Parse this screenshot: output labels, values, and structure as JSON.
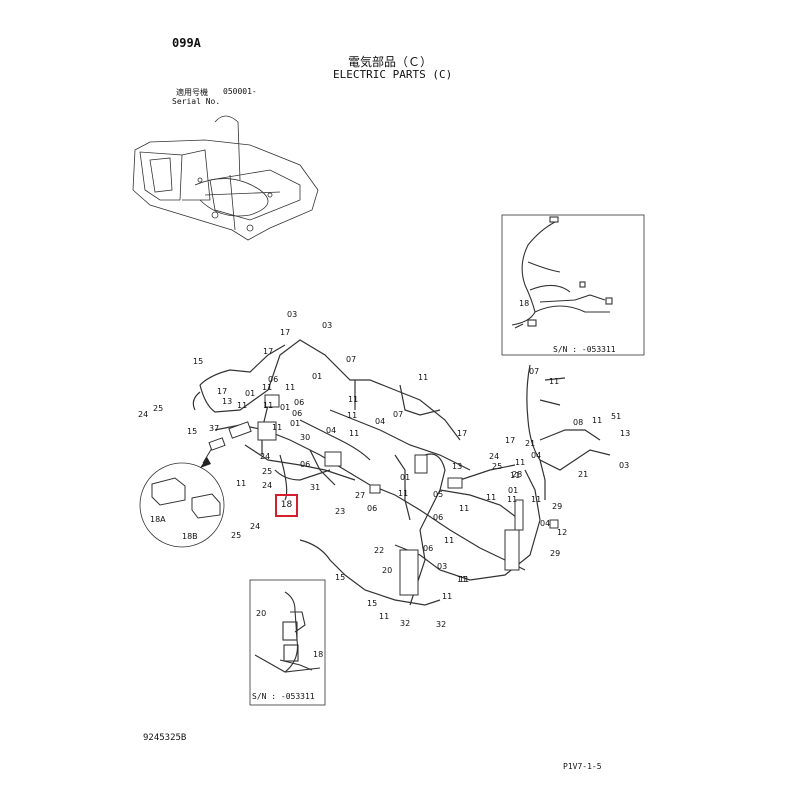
{
  "header": {
    "page_code": "099A",
    "title_jp": "電気部品（Ｃ）",
    "title_en": "ELECTRIC PARTS (C)",
    "serial_label_jp": "適用号機",
    "serial_value": "050001-",
    "serial_label_en": "Serial No."
  },
  "insets": {
    "top_right_sn": "S/N : -053311",
    "bottom_sn": "S/N : -053311"
  },
  "highlight": {
    "label": "18",
    "color": "#d21f2b"
  },
  "footer": {
    "doc_number": "9245325B",
    "page_ref": "P1V7-1-5"
  },
  "callouts": [
    {
      "t": "03"
    },
    {
      "t": "17"
    },
    {
      "t": "03"
    },
    {
      "t": "17"
    },
    {
      "t": "01"
    },
    {
      "t": "07"
    },
    {
      "t": "15"
    },
    {
      "t": "17"
    },
    {
      "t": "06"
    },
    {
      "t": "01"
    },
    {
      "t": "11"
    },
    {
      "t": "11"
    },
    {
      "t": "11"
    },
    {
      "t": "01"
    },
    {
      "t": "11"
    },
    {
      "t": "06"
    },
    {
      "t": "13"
    },
    {
      "t": "06"
    },
    {
      "t": "07"
    },
    {
      "t": "11"
    },
    {
      "t": "04"
    },
    {
      "t": "11"
    },
    {
      "t": "17"
    },
    {
      "t": "15"
    },
    {
      "t": "37"
    },
    {
      "t": "01"
    },
    {
      "t": "11"
    },
    {
      "t": "30"
    },
    {
      "t": "04"
    },
    {
      "t": "11"
    },
    {
      "t": "11"
    },
    {
      "t": "24"
    },
    {
      "t": "25"
    },
    {
      "t": "11"
    },
    {
      "t": "24"
    },
    {
      "t": "06"
    },
    {
      "t": "31"
    },
    {
      "t": "01"
    },
    {
      "t": "27"
    },
    {
      "t": "06"
    },
    {
      "t": "23"
    },
    {
      "t": "05"
    },
    {
      "t": "11"
    },
    {
      "t": "06"
    },
    {
      "t": "11"
    },
    {
      "t": "22"
    },
    {
      "t": "06"
    },
    {
      "t": "20"
    },
    {
      "t": "03"
    },
    {
      "t": "11"
    },
    {
      "t": "11"
    },
    {
      "t": "15"
    },
    {
      "t": "11"
    },
    {
      "t": "32"
    },
    {
      "t": "32"
    },
    {
      "t": "15"
    },
    {
      "t": "24"
    },
    {
      "t": "25"
    },
    {
      "t": "18A"
    },
    {
      "t": "18B"
    },
    {
      "t": "24"
    },
    {
      "t": "25"
    },
    {
      "t": "07"
    },
    {
      "t": "11"
    },
    {
      "t": "08"
    },
    {
      "t": "11"
    },
    {
      "t": "51"
    },
    {
      "t": "13"
    },
    {
      "t": "17"
    },
    {
      "t": "21"
    },
    {
      "t": "04"
    },
    {
      "t": "21"
    },
    {
      "t": "03"
    },
    {
      "t": "24"
    },
    {
      "t": "25"
    },
    {
      "t": "11"
    },
    {
      "t": "11"
    },
    {
      "t": "13"
    },
    {
      "t": "11"
    },
    {
      "t": "11"
    },
    {
      "t": "28"
    },
    {
      "t": "01"
    },
    {
      "t": "11"
    },
    {
      "t": "29"
    },
    {
      "t": "04"
    },
    {
      "t": "12"
    },
    {
      "t": "29"
    },
    {
      "t": "11"
    },
    {
      "t": "11"
    },
    {
      "t": "18"
    },
    {
      "t": "20"
    },
    {
      "t": "18"
    }
  ]
}
